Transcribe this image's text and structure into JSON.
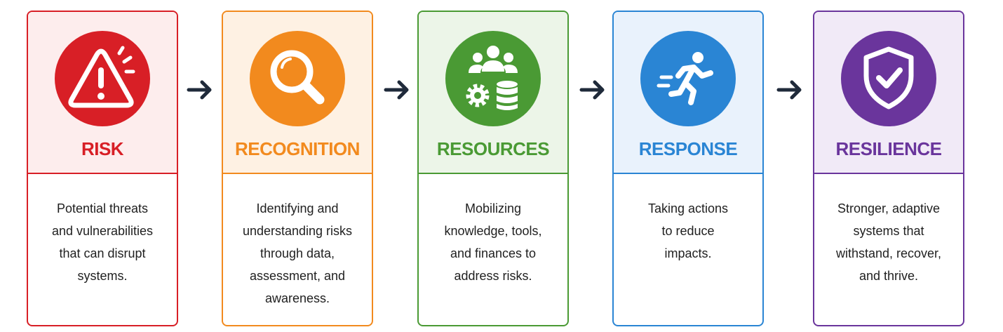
{
  "colors": {
    "risk": "#d81f26",
    "risk_bg": "#fdeded",
    "recognition": "#f28a1e",
    "recognition_bg": "#fef1e3",
    "resources": "#4a9a34",
    "resources_bg": "#ecf5e8",
    "response": "#2a85d4",
    "response_bg": "#e9f2fc",
    "resilience": "#6a359c",
    "resilience_bg": "#f1eaf7",
    "arrow": "#1f2a3a"
  },
  "stages": [
    {
      "title": "RISK",
      "icon": "warning-triangle-icon",
      "desc": [
        "Potential threats",
        "and vulnerabilities",
        "that can disrupt",
        "systems."
      ]
    },
    {
      "title": "RECOGNITION",
      "icon": "magnifying-glass-icon",
      "desc": [
        "Identifying and",
        "understanding risks",
        "through data,",
        "assessment, and",
        "awareness."
      ]
    },
    {
      "title": "RESOURCES",
      "icon": "people-gear-database-icon",
      "desc": [
        "Mobilizing",
        "knowledge, tools,",
        "and finances to",
        "address risks."
      ]
    },
    {
      "title": "RESPONSE",
      "icon": "running-person-icon",
      "desc": [
        "Taking actions",
        "to reduce",
        "impacts."
      ]
    },
    {
      "title": "RESILIENCE",
      "icon": "shield-check-icon",
      "desc": [
        "Stronger, adaptive",
        "systems that",
        "withstand, recover,",
        "and thrive."
      ]
    }
  ]
}
